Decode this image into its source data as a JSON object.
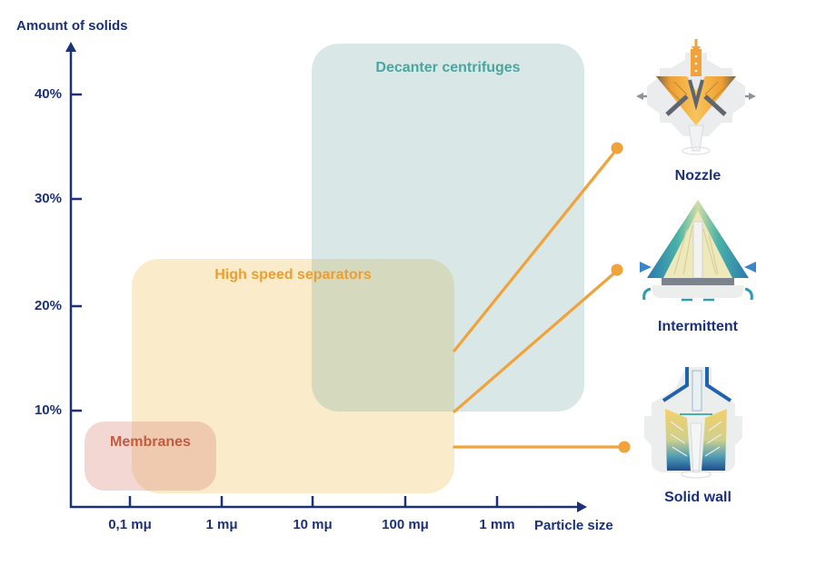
{
  "chart_data": {
    "type": "area",
    "title": "",
    "xlabel": "Particle size",
    "ylabel": "Amount of solids",
    "x_axis_scale": "logarithmic",
    "x_tick_labels": [
      "0,1 mμ",
      "1 mμ",
      "10 mμ",
      "100 mμ",
      "1 mm"
    ],
    "y_tick_labels": [
      "40%",
      "30%",
      "20%",
      "10%"
    ],
    "y_axis_range_pct": [
      0,
      45
    ],
    "grid": false,
    "regions": [
      {
        "label": "Decanter centrifuges",
        "particle_size_range": [
          "10 mμ",
          "beyond 1 mm"
        ],
        "solids_range_pct": [
          10,
          45
        ],
        "fill": "#d9e8e6",
        "label_color": "#4ba59f"
      },
      {
        "label": "High speed separators",
        "particle_size_range": [
          "0,1 mμ",
          "~300 mμ"
        ],
        "solids_range_pct": [
          2,
          24
        ],
        "fill": "#faecca",
        "label_color": "#ee9d2f"
      },
      {
        "label": "Membranes",
        "particle_size_range": [
          "<0,1 mμ",
          "~1 mμ"
        ],
        "solids_range_pct": [
          2,
          8
        ],
        "fill": "#f3d7d3",
        "label_color": "#c15c41"
      }
    ],
    "callouts": [
      {
        "label": "Nozzle",
        "anchor_solids_pct": 16,
        "illustration": "nozzle-separator"
      },
      {
        "label": "Intermittent",
        "anchor_solids_pct": 10,
        "illustration": "intermittent-separator"
      },
      {
        "label": "Solid wall",
        "anchor_solids_pct": 7,
        "illustration": "solid-wall-separator"
      }
    ]
  },
  "colors": {
    "axis_navy": "#1b317b",
    "connector_orange": "#f2a23b",
    "decanter_label": "#4ba59f",
    "high_speed_label": "#ee9d2f",
    "membranes_label": "#c15c41"
  }
}
